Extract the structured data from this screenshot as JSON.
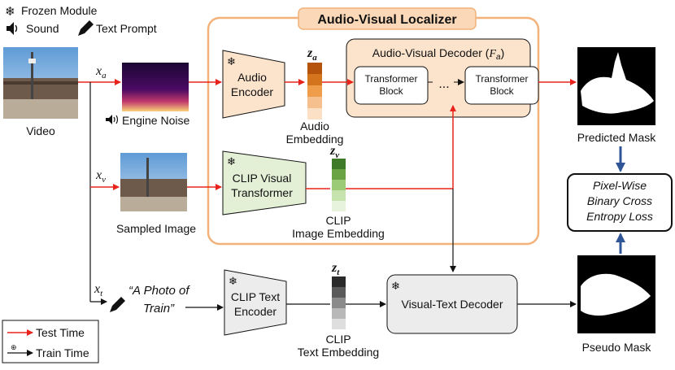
{
  "legend_top": {
    "frozen": "Frozen Module",
    "sound": "Sound",
    "text_prompt": "Text Prompt"
  },
  "localizer": {
    "title": "Audio-Visual Localizer",
    "decoder_title": "Audio-Visual Decoder (",
    "decoder_symbol": "F",
    "decoder_sub": "a",
    "decoder_close": ")",
    "block1_l1": "Transformer",
    "block1_l2": "Block",
    "block2_l1": "Transformer",
    "block2_l2": "Block",
    "ellipsis": "..."
  },
  "inputs": {
    "video": "Video",
    "xa": "x",
    "xa_sub": "a",
    "xv": "x",
    "xv_sub": "v",
    "xt": "x",
    "xt_sub": "t",
    "engine_noise": "Engine Noise",
    "sampled_image": "Sampled Image",
    "prompt_l1": "“A Photo of",
    "prompt_l2": "Train”"
  },
  "modules": {
    "audio_encoder_l1": "Audio",
    "audio_encoder_l2": "Encoder",
    "clip_visual_l1": "CLIP Visual",
    "clip_visual_l2": "Transformer",
    "clip_text_l1": "CLIP Text",
    "clip_text_l2": "Encoder",
    "vt_decoder": "Visual-Text Decoder"
  },
  "embeddings": {
    "za": "z",
    "za_sub": "a",
    "zv": "z",
    "zv_sub": "v",
    "zt": "z",
    "zt_sub": "t",
    "audio_l1": "Audio",
    "audio_l2": "Embedding",
    "clip_img_l1": "CLIP",
    "clip_img_l2": "Image Embedding",
    "clip_txt_l1": "CLIP",
    "clip_txt_l2": "Text Embedding"
  },
  "outputs": {
    "predicted_mask": "Predicted Mask",
    "pseudo_mask": "Pseudo Mask",
    "loss_l1": "Pixel-Wise",
    "loss_l2": "Binary Cross",
    "loss_l3": "Entropy Loss"
  },
  "legend_bottom": {
    "test": "Test Time",
    "train": "Train Time"
  },
  "colors": {
    "localizer_border": "#f2b27a",
    "localizer_title_bg": "#fbd9b8",
    "audio_fill": "#fbe3cc",
    "clip_visual_fill": "#e3f0d6",
    "grey_fill": "#ececec",
    "test_arrow": "#e8231b",
    "loss_arrow": "#2f5597",
    "audio_embedding": [
      "#b5530c",
      "#d4741d",
      "#ef9d4b",
      "#f5c08d",
      "#fbe0c6"
    ],
    "image_embedding": [
      "#3e7a28",
      "#6aa343",
      "#9ccb77",
      "#c6e2ad",
      "#e7f3dc"
    ],
    "text_embedding": [
      "#2a2a2a",
      "#5a5a5a",
      "#8a8a8a",
      "#b8b8b8",
      "#dedede"
    ]
  }
}
